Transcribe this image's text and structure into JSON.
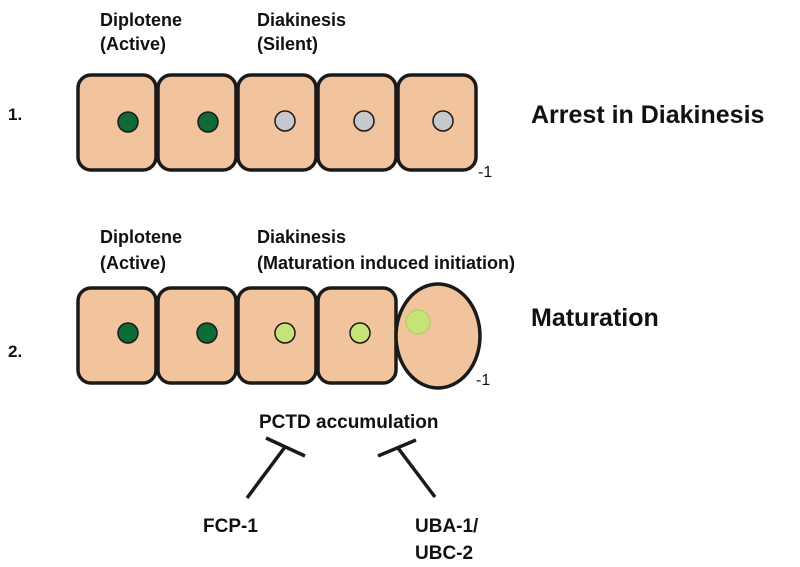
{
  "colors": {
    "cell_fill": "#f2c49d",
    "outline": "#1a1a1a",
    "active_nucleus": "#0e6b35",
    "silent_nucleus": "#c8c8cc",
    "induced_nucleus": "#c6e37a",
    "induced_nucleus_inner": "#a8d45a"
  },
  "row1": {
    "number": "1.",
    "diplotene_title": "Diplotene",
    "diplotene_sub": "(Active)",
    "diakinesis_title": "Diakinesis",
    "diakinesis_sub": "(Silent)",
    "side_label": "Arrest in Diakinesis",
    "index_label": "-1"
  },
  "row2": {
    "number": "2.",
    "diplotene_title": "Diplotene",
    "diplotene_sub": "(Active)",
    "diakinesis_title": "Diakinesis",
    "diakinesis_sub": "(Maturation induced initiation)",
    "side_label": "Maturation",
    "index_label": "-1"
  },
  "regulation": {
    "target": "PCTD accumulation",
    "inhibitor_left": "FCP-1",
    "inhibitor_right_line1": "UBA-1/",
    "inhibitor_right_line2": "UBC-2"
  }
}
